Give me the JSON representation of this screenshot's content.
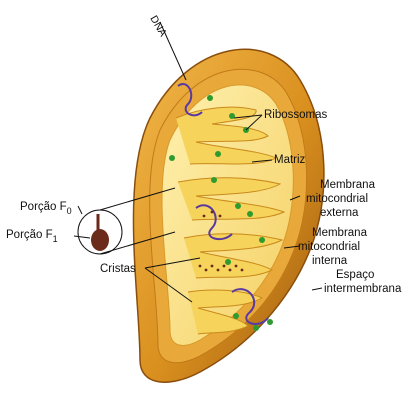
{
  "labels": {
    "dna": "DNA",
    "ribossomas": "Ribossomas",
    "matriz": "Matriz",
    "membrana_externa": [
      "Membrana",
      "mitocondrial",
      "externa"
    ],
    "membrana_interna": [
      "Membrana",
      "mitocondrial",
      "interna"
    ],
    "espaco": [
      "Espaço",
      "intermembrana"
    ],
    "cristas": "Cristas",
    "porcao_f0": {
      "text": "Porção F",
      "sub": "0"
    },
    "porcao_f1": {
      "text": "Porção F",
      "sub": "1"
    }
  },
  "colors": {
    "outer_membrane": "#d98f1e",
    "outer_shadow": "#a45f12",
    "intermembrane": "#f0c040",
    "matrix": "#fbe690",
    "cristae": "#f6d35a",
    "dna": "#5a3aa0",
    "ribosome": "#2f9a2f",
    "atp_synthase": "#6b2a1a"
  }
}
